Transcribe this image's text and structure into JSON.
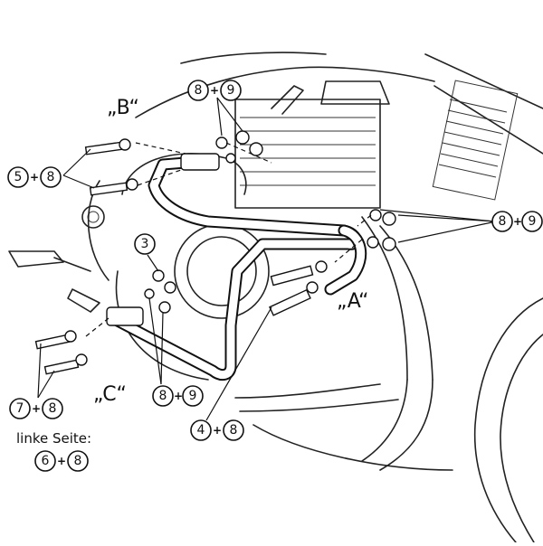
{
  "views": {
    "b": "„B“",
    "a": "„A“",
    "c": "„C“"
  },
  "callouts": {
    "top_8_9": {
      "n1": "8",
      "plus": "+",
      "n2": "9"
    },
    "left_5_8": {
      "n1": "5",
      "plus": "+",
      "n2": "8"
    },
    "right_8_9": {
      "n1": "8",
      "plus": "+",
      "n2": "9"
    },
    "item_3": {
      "n1": "3"
    },
    "lower_8_9": {
      "n1": "8",
      "plus": "+",
      "n2": "9"
    },
    "bottom_4_8": {
      "n1": "4",
      "plus": "+",
      "n2": "8"
    },
    "left_7_8": {
      "n1": "7",
      "plus": "+",
      "n2": "8"
    },
    "left_side_6_8": {
      "n1": "6",
      "plus": "+",
      "n2": "8"
    }
  },
  "left_side_label": "linke Seite:"
}
